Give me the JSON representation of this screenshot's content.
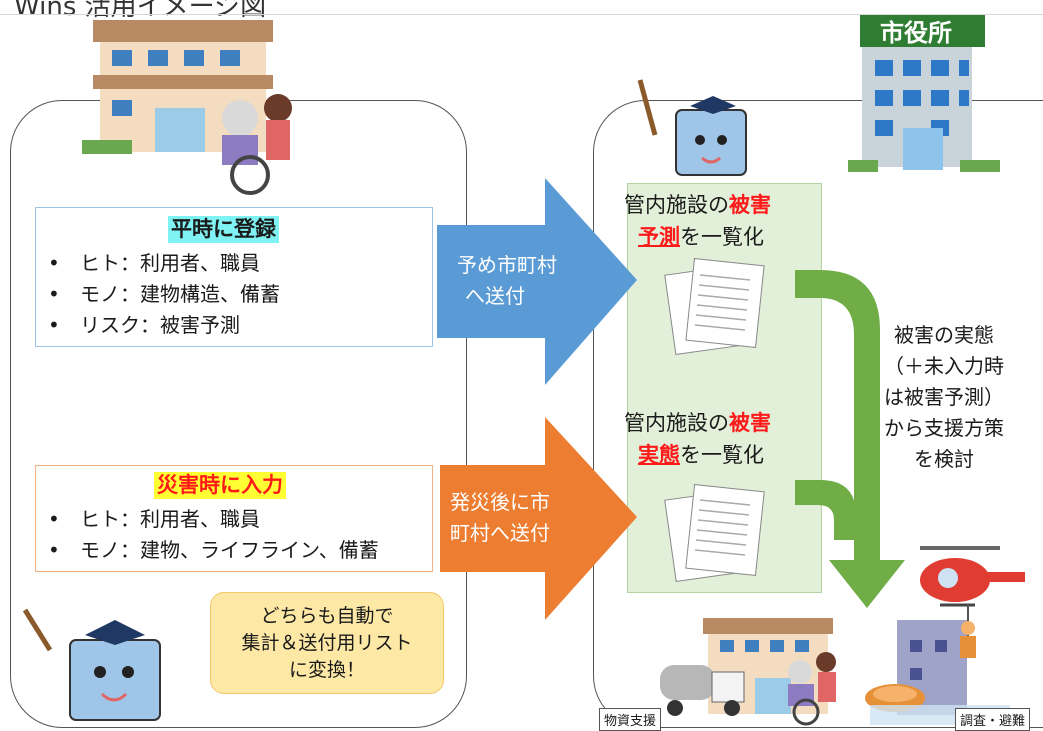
{
  "title": "Wins 活用イメージ図",
  "left_panel": {
    "normal_box": {
      "title": "平時に登録",
      "items": [
        "ヒト：利用者、職員",
        "モノ：建物構造、備蓄",
        "リスク：被害予測"
      ]
    },
    "disaster_box": {
      "title": "災害時に入力",
      "items": [
        "ヒト：利用者、職員",
        "モノ：建物、ライフライン、備蓄"
      ]
    },
    "speech_bubble": {
      "line1": "どちらも自動で",
      "line2": "集計＆送付用リスト",
      "line3": "に変換！"
    }
  },
  "arrows": {
    "blue": {
      "line1": "予め市町村",
      "line2": "へ送付",
      "color": "#5b9bd5"
    },
    "orange": {
      "line1": "発災後に市",
      "line2": "町村へ送付",
      "color": "#ed7d31"
    },
    "green": {
      "color": "#70ad47"
    }
  },
  "right_panel": {
    "city_hall_sign": "市役所",
    "prediction_list": {
      "prefix": "管内施設の",
      "red1": "被害",
      "red2": "予測",
      "suffix": "を一覧化"
    },
    "actual_list": {
      "prefix": "管内施設の",
      "red1": "被害",
      "red2": "実態",
      "suffix": "を一覧化"
    },
    "note": {
      "line1": "被害の実態",
      "line2": "（＋未入力時",
      "line3": "は被害予測）",
      "line4": "から支援方策",
      "line5": "を検討"
    },
    "tag_supply": "物資支援",
    "tag_rescue": "調査・避難"
  }
}
